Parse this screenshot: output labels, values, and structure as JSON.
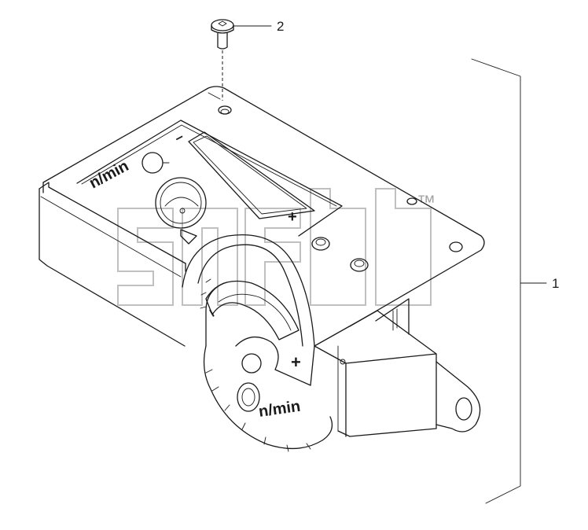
{
  "callouts": [
    {
      "label": "2",
      "part": "screw"
    },
    {
      "label": "1",
      "part": "control-assembly"
    }
  ],
  "engravings": {
    "unit_top": "n/min",
    "unit_knob": "n/min",
    "minus_top": "–",
    "plus_top": "+",
    "minus_dial": "–",
    "plus_dial": "+"
  },
  "watermark": {
    "trademark": "™"
  },
  "colors": {
    "line": "#1a1a1a",
    "watermark": "#8c8c8c",
    "background": "#ffffff"
  }
}
